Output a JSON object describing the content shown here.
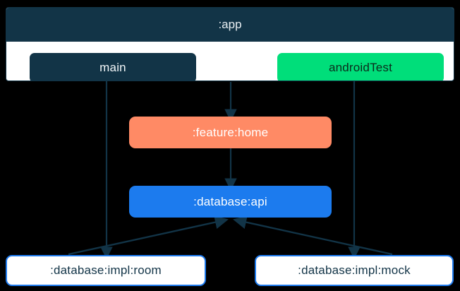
{
  "diagram": {
    "type": "module-dependency-graph",
    "background_color": "#000000",
    "edge_color": "#123447",
    "clusters": [
      {
        "id": "app",
        "label": ":app",
        "header_color": "#123447",
        "header_text_color": "#e8eef2",
        "body_color": "#ffffff",
        "border_color": "#123447"
      }
    ],
    "nodes": [
      {
        "id": "main",
        "label": "main",
        "fill": "#123447",
        "text_color": "#f2f6f8",
        "shape": "rounded-rect",
        "parent": "app"
      },
      {
        "id": "androidTest",
        "label": "androidTest",
        "fill": "#00de7a",
        "text_color": "#0b2b1c",
        "shape": "rounded-rect",
        "parent": "app"
      },
      {
        "id": "feature-home",
        "label": ":feature:home",
        "fill": "#ff8a65",
        "text_color": "#ffffff",
        "shape": "rounded-rect",
        "parent": null
      },
      {
        "id": "database-api",
        "label": ":database:api",
        "fill": "#1c7bee",
        "text_color": "#ffffff",
        "shape": "rounded-rect",
        "parent": null
      },
      {
        "id": "database-impl-room",
        "label": ":database:impl:room",
        "fill": "#ffffff",
        "text_color": "#123447",
        "border": "#1f7cf0",
        "shape": "rounded-rect",
        "parent": null
      },
      {
        "id": "database-impl-mock",
        "label": ":database:impl:mock",
        "fill": "#ffffff",
        "text_color": "#123447",
        "border": "#1f7cf0",
        "shape": "rounded-rect",
        "parent": null
      }
    ],
    "edges": [
      {
        "from": "main",
        "to": "database-impl-room",
        "style": "solid",
        "arrow": "down"
      },
      {
        "from": "app",
        "to": "feature-home",
        "style": "solid",
        "arrow": "down"
      },
      {
        "from": "androidTest",
        "to": "database-impl-mock",
        "style": "solid",
        "arrow": "down"
      },
      {
        "from": "feature-home",
        "to": "database-api",
        "style": "solid",
        "arrow": "down"
      },
      {
        "from": "database-impl-room",
        "to": "database-api",
        "style": "solid",
        "arrow": "up"
      },
      {
        "from": "database-impl-mock",
        "to": "database-api",
        "style": "solid",
        "arrow": "up"
      }
    ]
  }
}
